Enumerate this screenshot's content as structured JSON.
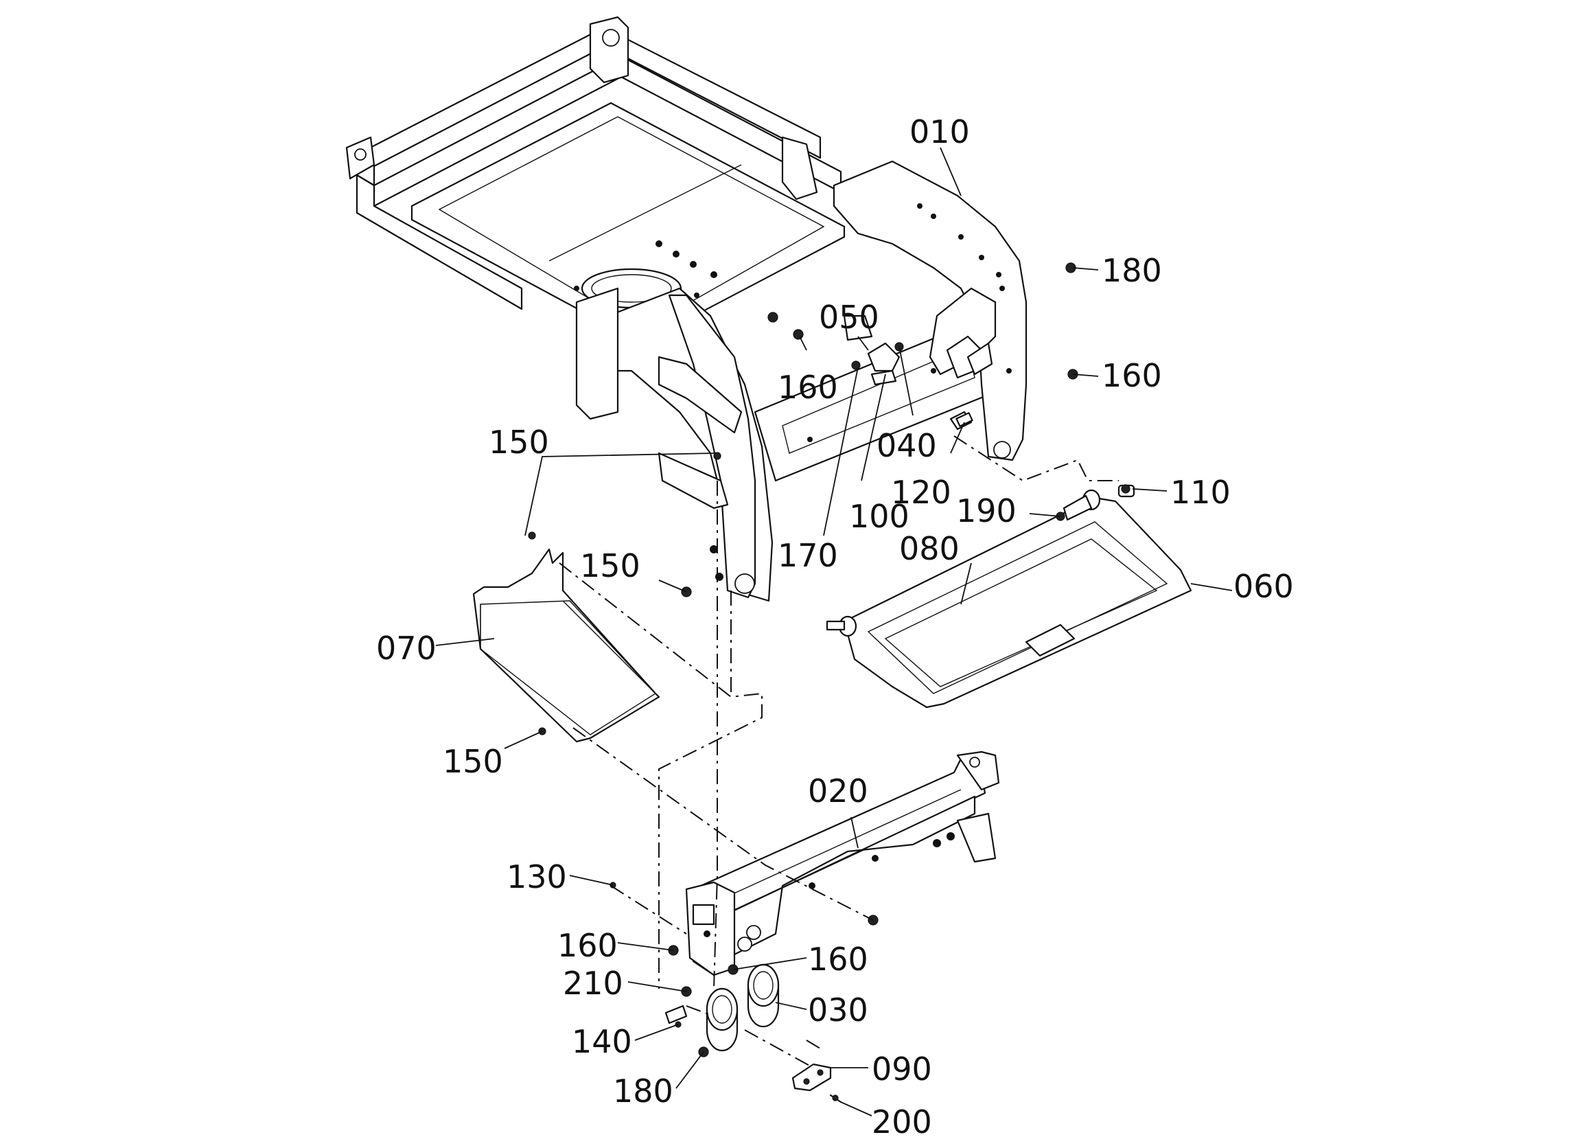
{
  "diagram": {
    "callouts": [
      {
        "id": "c010",
        "label": "010"
      },
      {
        "id": "c180a",
        "label": "180"
      },
      {
        "id": "c050",
        "label": "050"
      },
      {
        "id": "c160a",
        "label": "160"
      },
      {
        "id": "c160b",
        "label": "160"
      },
      {
        "id": "c040",
        "label": "040"
      },
      {
        "id": "c150a",
        "label": "150"
      },
      {
        "id": "c120",
        "label": "120"
      },
      {
        "id": "c110",
        "label": "110"
      },
      {
        "id": "c190",
        "label": "190"
      },
      {
        "id": "c100",
        "label": "100"
      },
      {
        "id": "c150b",
        "label": "150"
      },
      {
        "id": "c170",
        "label": "170"
      },
      {
        "id": "c080",
        "label": "080"
      },
      {
        "id": "c060",
        "label": "060"
      },
      {
        "id": "c070",
        "label": "070"
      },
      {
        "id": "c150c",
        "label": "150"
      },
      {
        "id": "c020",
        "label": "020"
      },
      {
        "id": "c130",
        "label": "130"
      },
      {
        "id": "c160c",
        "label": "160"
      },
      {
        "id": "c160d",
        "label": "160"
      },
      {
        "id": "c210",
        "label": "210"
      },
      {
        "id": "c030",
        "label": "030"
      },
      {
        "id": "c140",
        "label": "140"
      },
      {
        "id": "c090",
        "label": "090"
      },
      {
        "id": "c180b",
        "label": "180"
      },
      {
        "id": "c200",
        "label": "200"
      }
    ]
  }
}
